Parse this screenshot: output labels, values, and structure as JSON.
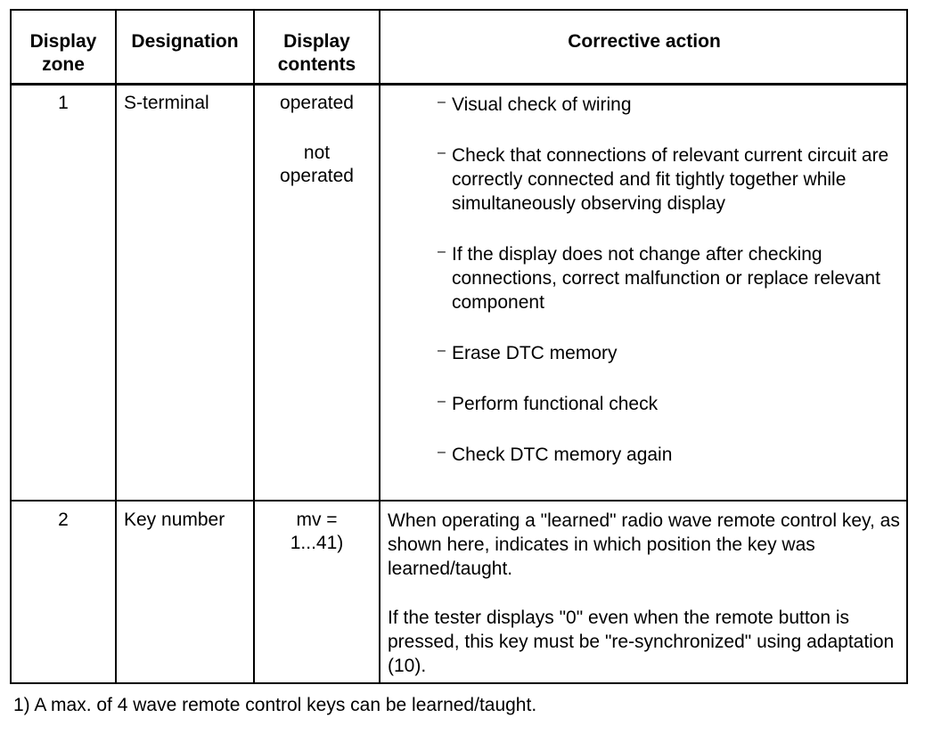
{
  "table": {
    "headers": [
      {
        "line1": "Display",
        "line2": "zone"
      },
      {
        "line1": "Designation",
        "line2": ""
      },
      {
        "line1": "Display",
        "line2": "contents"
      },
      {
        "line1": "Corrective action",
        "line2": ""
      }
    ],
    "rows": [
      {
        "zone": "1",
        "designation": "S-terminal",
        "contents_a": "operated",
        "contents_b_line1": "not",
        "contents_b_line2": "operated",
        "dash_glyph": "–",
        "actions": [
          "Visual check of wiring",
          "Check that connections of relevant current circuit are correctly connected and fit tightly together while simultaneously observing display",
          "If the display does not change after checking connections, correct malfunction or replace relevant component",
          "Erase DTC memory",
          "Perform functional check",
          "Check DTC memory again"
        ]
      },
      {
        "zone": "2",
        "designation": "Key number",
        "contents_line1": "mv =",
        "contents_line2": "1...41)",
        "paragraphs": [
          "When operating a \"learned\" radio wave remote control key, as shown here, indicates in which position the key was learned/taught.",
          "If the tester displays \"0\" even when the remote button is pressed, this key must be \"re-synchronized\" using adaptation (10)."
        ]
      }
    ]
  },
  "footnote": "1) A max. of 4 wave remote control keys can be learned/taught."
}
